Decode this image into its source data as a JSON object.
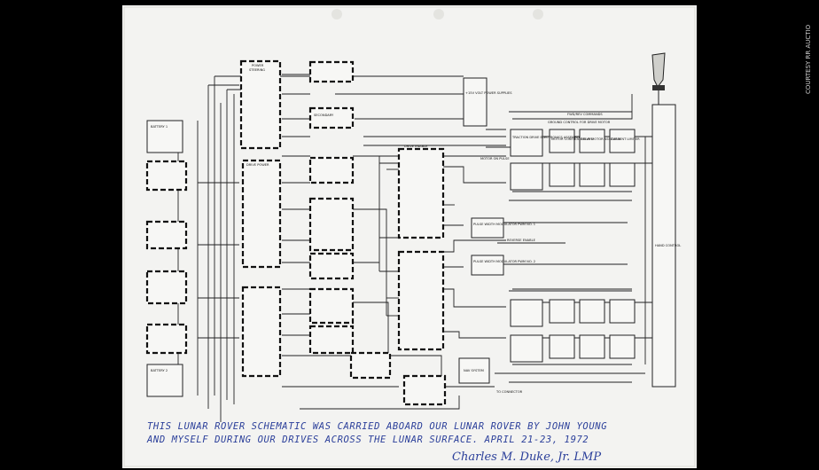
{
  "credit": "COURTESY RR AUCTION",
  "labels": {
    "power_top": "POWER",
    "steering": "STEERING",
    "secondary": "SECONDARY",
    "volt_supplies": "+15V VOLT POWER SUPPLIES",
    "battery1": "BATTERY 1",
    "battery2": "BATTERY 2",
    "drive_enable": "DRIVE ENABLE",
    "drive_power": "DRIVE POWER",
    "hand_control": "HAND CONTROL",
    "pwm1": "PULSE WIDTH MODULATOR PWM NO. 1",
    "pwm2": "PULSE WIDTH MODULATOR PWM NO. 2",
    "reverse_enable": "REVERSE ENABLE",
    "motor_on_pulse": "MOTOR ON PULSE",
    "traction_assembly": "TRACTION DRIVE ELECTRONICS ASSEMBLY",
    "motor_control_relays": "MOTOR CONTROL RELAYS",
    "drive_motor_assembly": "DRIVE MOTOR ASSEMBLY",
    "current_limiter": "CURRENT LIMITER",
    "ground_control": "GROUND CONTROL FOR DRIVE MOTOR",
    "fwd_rev": "FWD/REV COMMANDS",
    "nav_system": "NAV SYSTEM",
    "connector": "TO CONNECTOR"
  },
  "annotation": {
    "line1": "THIS LUNAR ROVER SCHEMATIC WAS CARRIED ABOARD OUR LUNAR ROVER BY JOHN YOUNG",
    "line2": "AND MYSELF DURING OUR DRIVES ACROSS THE LUNAR SURFACE. APRIL 21-23, 1972",
    "signature": "Charles M. Duke, Jr.  LMP"
  }
}
